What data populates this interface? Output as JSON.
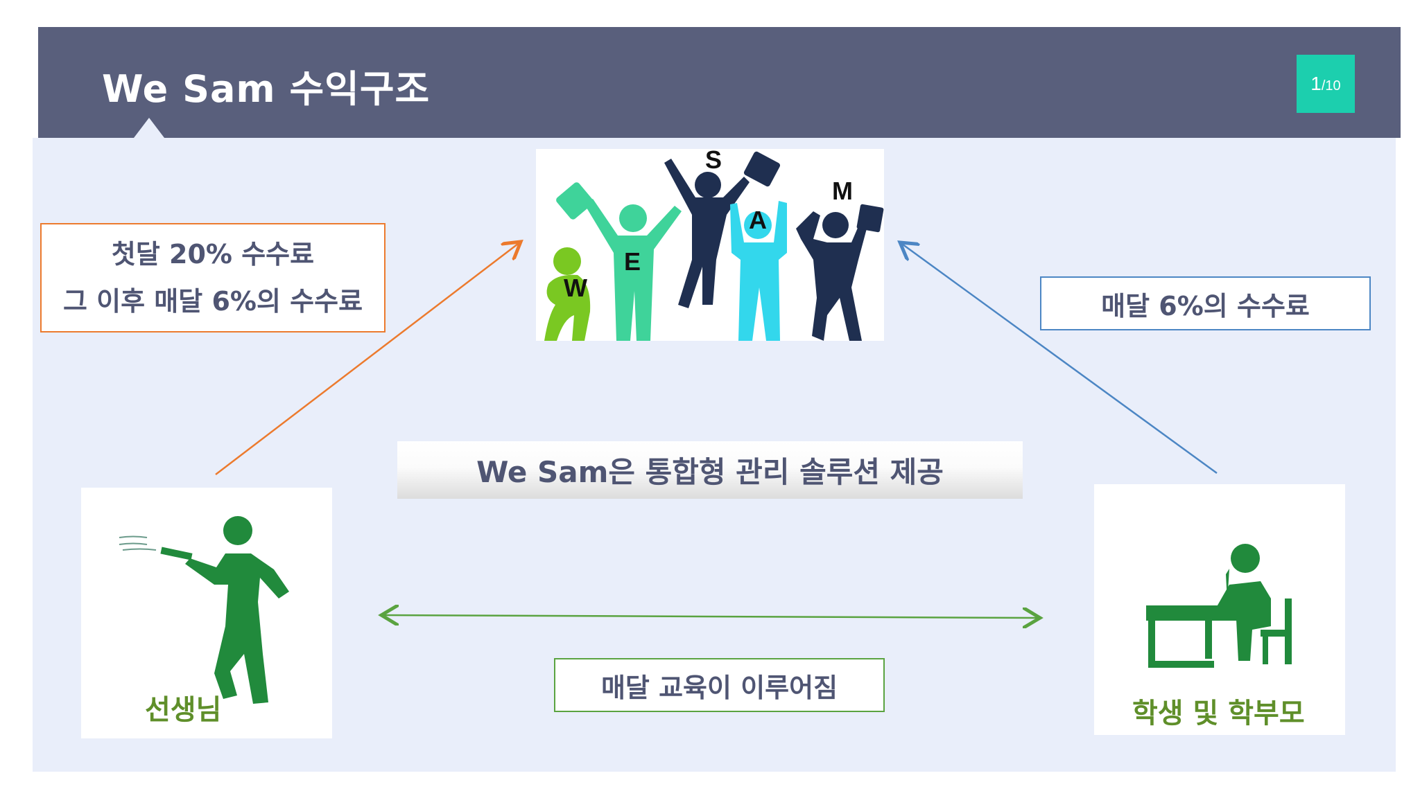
{
  "header": {
    "title": "We Sam 수익구조",
    "page_current": "1",
    "page_total": "/10",
    "background_color": "#595f7c",
    "badge_color": "#1ccfae"
  },
  "boxes": {
    "first_month_fee": "첫달 20% 수수료",
    "after_fee": "그 이후 매달 6%의 수수료",
    "monthly_fee": "매달 6%의 수수료",
    "monthly_education": "매달 교육이 이루어짐",
    "solution": "We Sam은 통합형 관리 솔루션 제공"
  },
  "actors": {
    "teacher": "선생님",
    "student_parent": "학생 및 학부모",
    "team_letters": [
      "W",
      "E",
      "S",
      "A",
      "M"
    ]
  },
  "colors": {
    "orange_arrow": "#ec7a2d",
    "blue_arrow": "#4c86c4",
    "green_arrow": "#5aa340",
    "icon_green": "#218a3c"
  }
}
